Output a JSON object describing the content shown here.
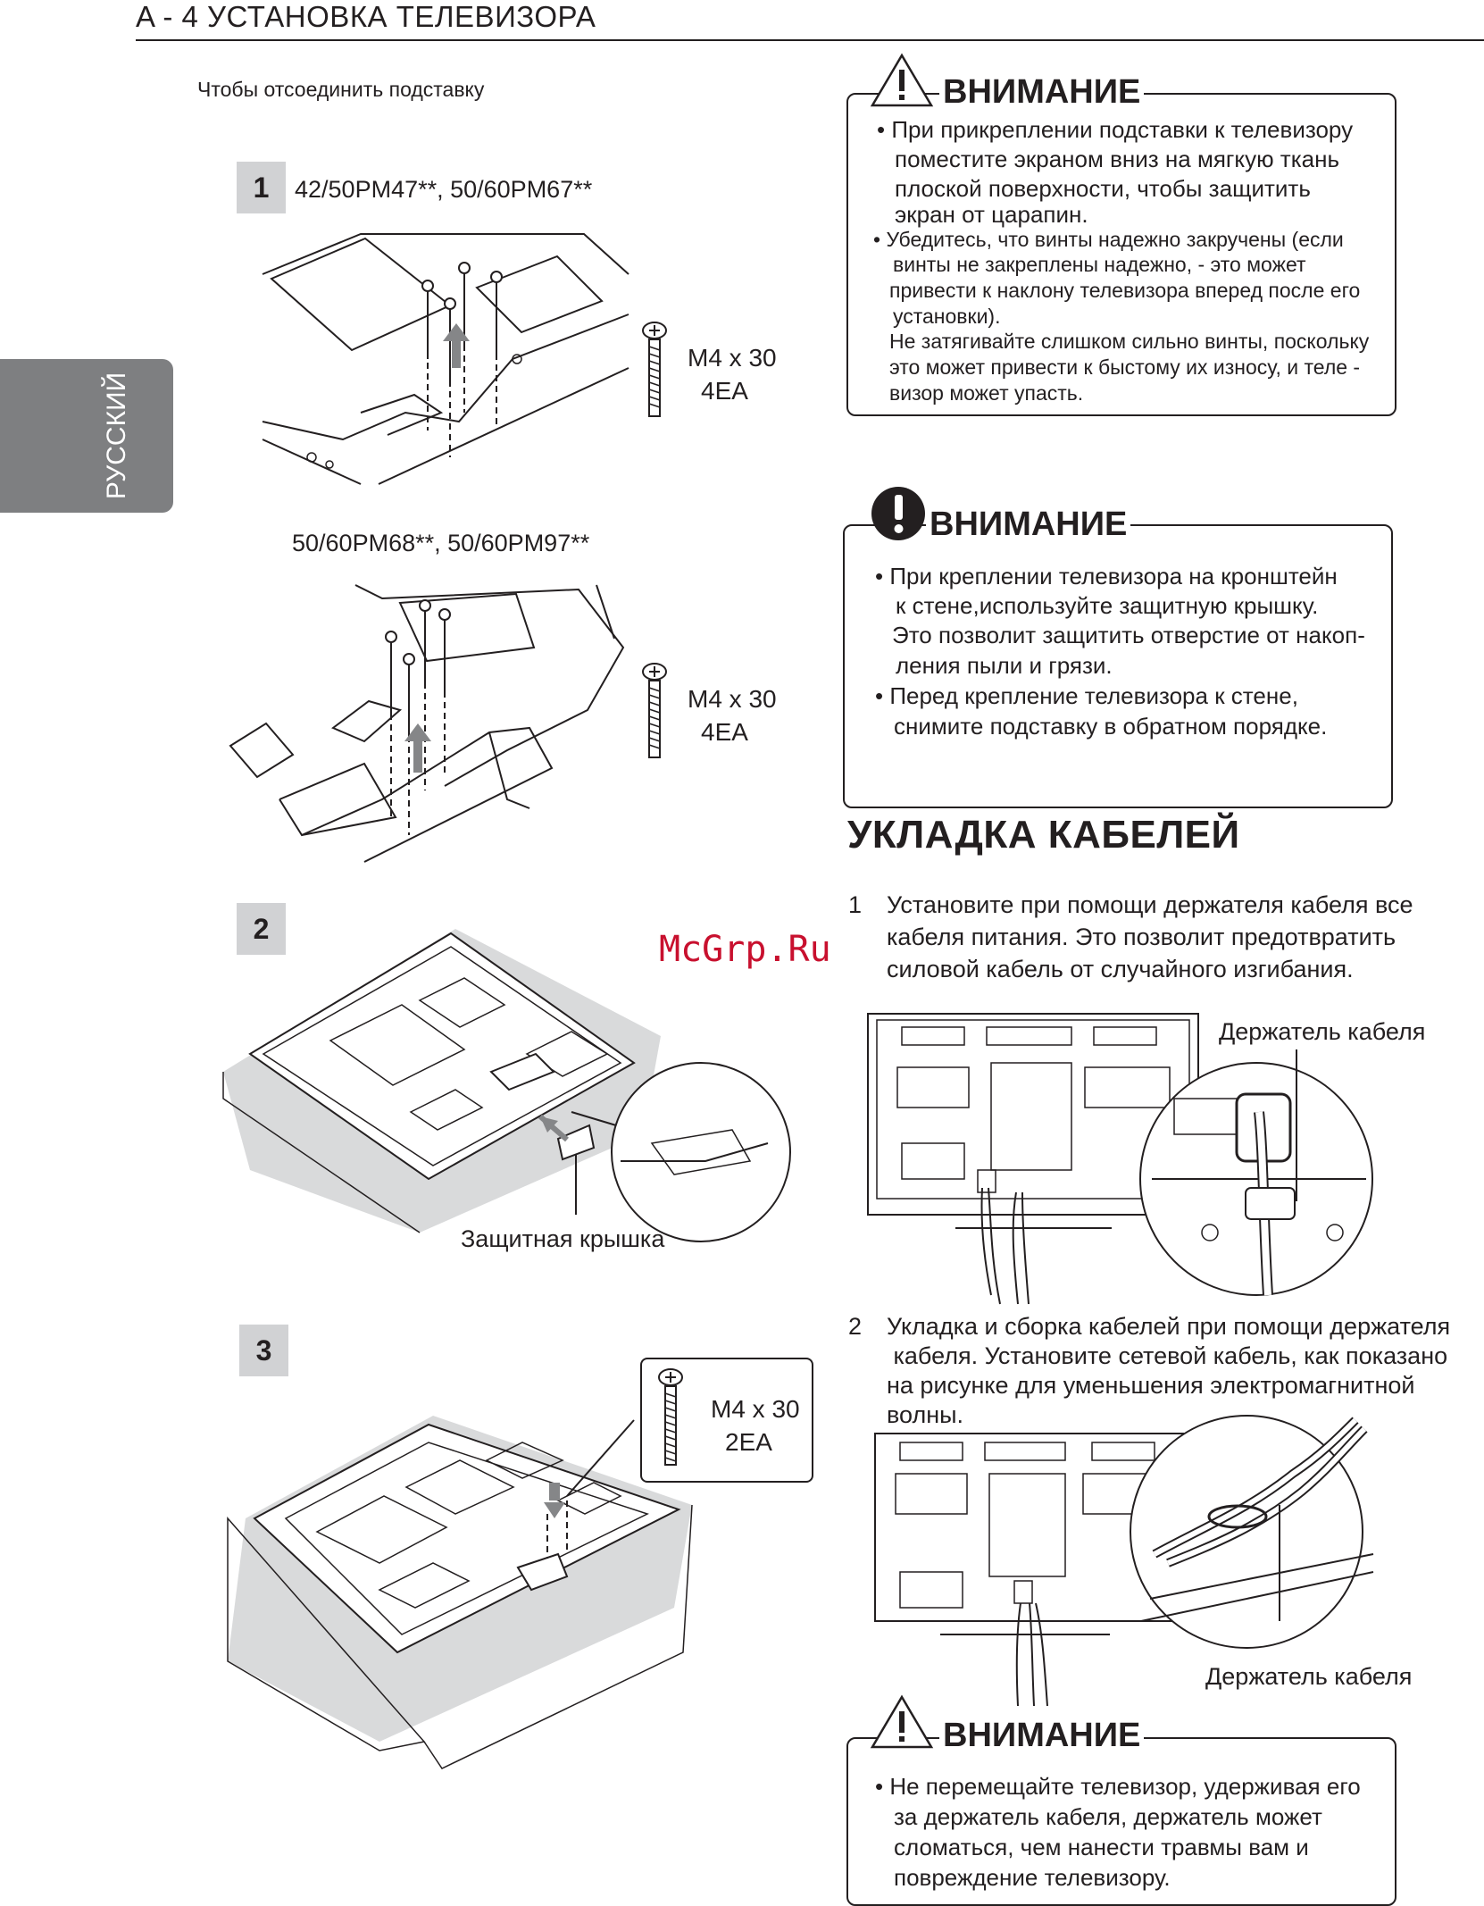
{
  "header": {
    "title": "A - 4  УСТАНОВКА ТЕЛЕВИЗОРА"
  },
  "side_tab": {
    "label": "РУССКИЙ"
  },
  "detach": {
    "intro": "Чтобы отсоединить подставку",
    "step1": {
      "number": "1",
      "model_a": "42/50PM47**, 50/60PM67**",
      "model_b": "50/60PM68**, 50/60PM97**",
      "screw_a": {
        "size": "M4 x 30",
        "qty": "4EA"
      },
      "screw_b": {
        "size": "M4 x 30",
        "qty": "4EA"
      }
    },
    "step2": {
      "number": "2",
      "label": "Защитная крышка"
    },
    "step3": {
      "number": "3",
      "screw": {
        "size": "M4 x 30",
        "qty": "2EA"
      }
    }
  },
  "caution1": {
    "heading": "ВНИМАНИЕ",
    "lines": [
      "• При прикреплении подставки к телевизору",
      "поместите экраном вниз на мягкую ткань",
      "плоской поверхности, чтобы защитить",
      "экран от царапин.",
      "• Убедитесь, что винты  надежно закручены (если",
      "винты не закреплены надежно, - это может",
      "привести к наклону телевизора вперед после его",
      "установки).",
      "Не затягивайте слишком сильно винты, поскольку",
      "это может привести к быстому их износу, и теле -",
      "визор может упасть."
    ]
  },
  "caution2": {
    "heading": "ВНИМАНИЕ",
    "lines": [
      "• При креплении телевизора на кронштейн",
      "к стене,используйте защитную крышку.",
      "Это позволит защитить отверстие от накоп-",
      "ления пыли и грязи.",
      "• Перед крепление телевизора к стене,",
      "снимите подставку в обратном порядке."
    ]
  },
  "cables": {
    "title": "УКЛАДКА КАБЕЛЕЙ",
    "step1": {
      "number": "1",
      "lines": [
        "Установите при помощи держателя кабеля все",
        "кабеля питания. Это позволит предотвратить",
        "силовой кабель от случайного изгибания."
      ],
      "label": "Держатель кабеля"
    },
    "step2": {
      "number": "2",
      "lines": [
        "Укладка и сборка кабелей при помощи держателя",
        " кабеля. Установите сетевой кабель, как показано",
        "на рисунке для уменьшения электромагнитной",
        "волны."
      ],
      "label": "Держатель кабеля"
    }
  },
  "caution3": {
    "heading": "ВНИМАНИЕ",
    "lines": [
      "• Не перемещайте телевизор, удерживая его",
      "за держатель кабеля, держатель может",
      "сломаться, чем нанести травмы вам и",
      "повреждение телевизору."
    ]
  },
  "watermark": "McGrp.Ru"
}
